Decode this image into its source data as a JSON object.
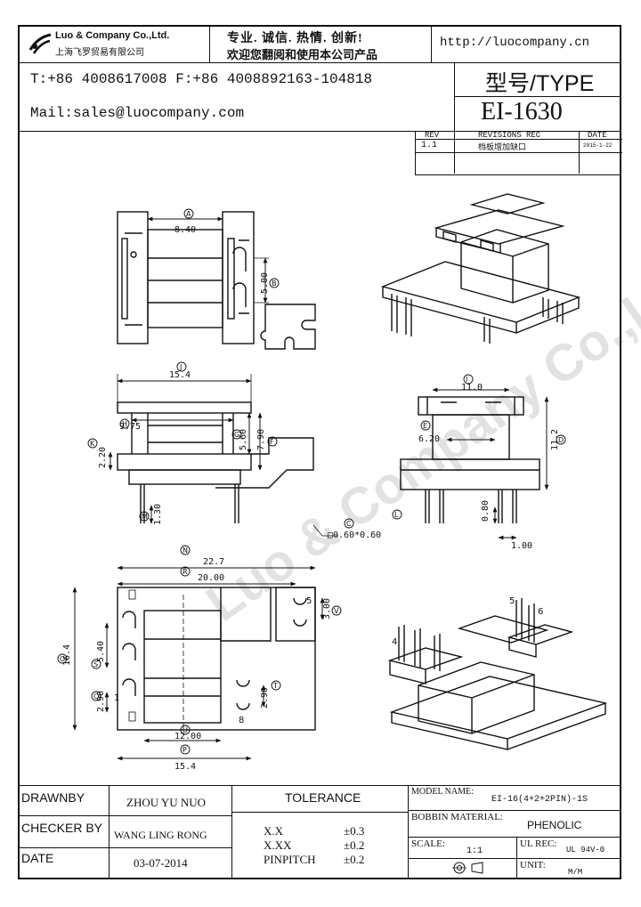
{
  "header": {
    "company_name": "Luo & Company Co.,Ltd.",
    "company_name_cn": "上海飞罗贸易有限公司",
    "slogan_line1": "专业. 诚信. 热情. 创新!",
    "slogan_line2": "欢迎您翻阅和使用本公司产品",
    "website": "http://luocompany.cn",
    "phone_fax": "T:+86 4008617008 F:+86 4008892163-104818",
    "mail": "Mail:sales@luocompany.com",
    "type_label": "型号/TYPE",
    "type_value": "EI-1630"
  },
  "revisions": {
    "headers": [
      "REV",
      "REVISIONS REC",
      "DATE"
    ],
    "rows": [
      [
        "1.1",
        "档板增加缺口",
        "2015-1-22"
      ]
    ]
  },
  "dimensions": {
    "top_view": [
      "8.40",
      "5.00"
    ],
    "front_view": [
      "15.4",
      "9.75",
      "2.20",
      "5.60",
      "7.90",
      "1.30",
      "0.60*0.60"
    ],
    "side_view": [
      "11.0",
      "6.20",
      "11.2",
      "0.80",
      "1.00"
    ],
    "bottom_view": [
      "22.7",
      "20.00",
      "16.4",
      "5.40",
      "2.90",
      "3.00",
      "2.90",
      "12.00",
      "15.4"
    ],
    "callouts": [
      "A",
      "B",
      "C",
      "D",
      "E",
      "F",
      "G",
      "H",
      "I",
      "J",
      "K",
      "L",
      "M",
      "N",
      "O",
      "P",
      "Q",
      "R",
      "S"
    ],
    "pins": [
      "1",
      "4",
      "5",
      "6",
      "8"
    ]
  },
  "watermark": "Luo & Company Co.,Ltd. 上海飞罗贸易有限公司",
  "title_block": {
    "drawnby_label": "DRAWNBY",
    "drawnby_value": "ZHOU YU NUO",
    "checker_label": "CHECKER BY",
    "checker_value": "WANG LING RONG",
    "date_label": "DATE",
    "date_value": "03-07-2014",
    "tolerance_label": "TOLERANCE",
    "tol_rows": [
      {
        "label": "X.X",
        "value": "±0.3"
      },
      {
        "label": "X.XX",
        "value": "±0.2"
      },
      {
        "label": "PINPITCH",
        "value": "±0.2"
      }
    ],
    "model_label": "MODEL NAME:",
    "model_value": "EI-16(4+2+2PIN)-1S",
    "bobbin_label": "BOBBIN MATERIAL:",
    "bobbin_value": "PHENOLIC",
    "scale_label": "SCALE:",
    "scale_value": "1:1",
    "ulrec_label": "UL REC:",
    "ulrec_value": "UL 94V-0",
    "unit_label": "UNIT:",
    "unit_value": "M/M"
  }
}
